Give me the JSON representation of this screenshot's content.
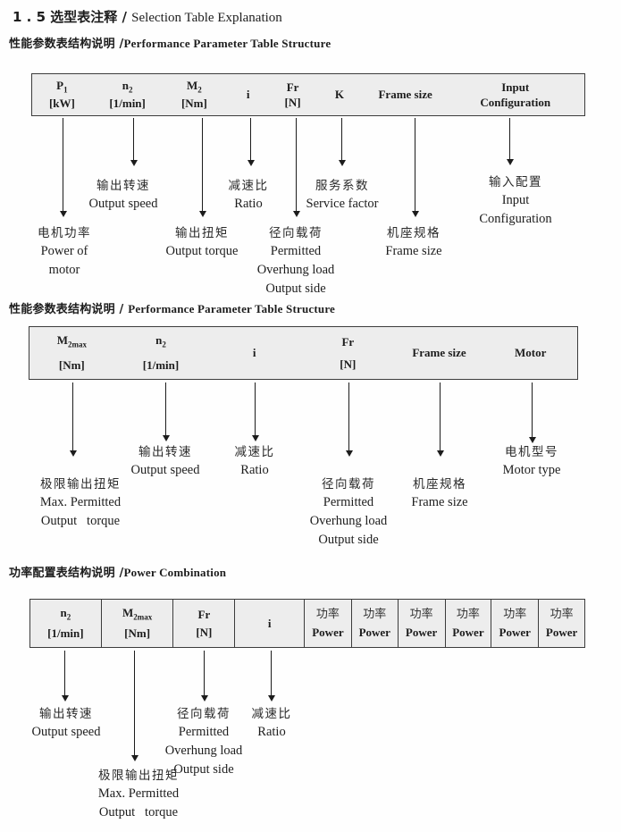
{
  "doc": {
    "title_zh": "1 . 5 选型表注释 / ",
    "title_en": "Selection Table Explanation"
  },
  "sections": [
    {
      "heading_zh": "性能参数表结构说明 /",
      "heading_en": "Performance Parameter Table Structure",
      "columns": [
        {
          "sym": "P",
          "sub": "1",
          "unit": "[kW]"
        },
        {
          "sym": "n",
          "sub": "2",
          "unit": "[1/min]"
        },
        {
          "sym": "M",
          "sub": "2",
          "unit": "[Nm]"
        },
        {
          "sym": "i"
        },
        {
          "sym": "Fr",
          "unit": "[N]"
        },
        {
          "sym": "K"
        },
        {
          "sym": "Frame size"
        },
        {
          "sym": "Input",
          "unit": "Configuration"
        }
      ],
      "callouts": {
        "power_of_motor": {
          "zh": "电机功率",
          "en1": "Power of",
          "en2": "motor"
        },
        "output_speed": {
          "zh": "输出转速",
          "en1": "Output speed"
        },
        "output_torque": {
          "zh": "输出扭矩",
          "en1": "Output torque"
        },
        "ratio": {
          "zh": "减速比",
          "en1": "Ratio"
        },
        "overhung_load": {
          "zh": "径向载荷",
          "en1": "Permitted",
          "en2": "Overhung load",
          "en3": "Output side"
        },
        "service_factor": {
          "zh": "服务系数",
          "en1": "Service factor"
        },
        "frame_size": {
          "zh": "机座规格",
          "en1": "Frame size"
        },
        "input_configuration": {
          "zh": "输入配置",
          "en1": "Input",
          "en2": "Configuration"
        }
      }
    },
    {
      "heading_zh": "性能参数表结构说明 / ",
      "heading_en": "Performance Parameter Table Structure",
      "columns": [
        {
          "sym": "M",
          "sub": "2max",
          "unit": "[Nm]"
        },
        {
          "sym": "n",
          "sub": "2",
          "unit": "[1/min]"
        },
        {
          "sym": "i"
        },
        {
          "sym": "Fr",
          "unit": "[N]"
        },
        {
          "sym": "Frame size"
        },
        {
          "sym": "Motor"
        }
      ],
      "callouts": {
        "max_output_torque": {
          "zh": "极限输出扭矩",
          "en1": "Max. Permitted",
          "en2": "Output   torque"
        },
        "output_speed": {
          "zh": "输出转速",
          "en1": "Output speed"
        },
        "ratio": {
          "zh": "减速比",
          "en1": "Ratio"
        },
        "overhung_load": {
          "zh": "径向载荷",
          "en1": "Permitted",
          "en2": "Overhung load",
          "en3": "Output side"
        },
        "frame_size": {
          "zh": "机座规格",
          "en1": "Frame size"
        },
        "motor_type": {
          "zh": "电机型号",
          "en1": "Motor type"
        }
      }
    },
    {
      "heading_zh": "功率配置表结构说明 /",
      "heading_en": "Power Combination",
      "columns": [
        {
          "sym": "n",
          "sub": "2",
          "unit": "[1/min]"
        },
        {
          "sym": "M",
          "sub": "2max",
          "unit": "[Nm]"
        },
        {
          "sym": "Fr",
          "unit": "[N]"
        },
        {
          "sym": "i"
        }
      ],
      "power_cell": {
        "zh": "功率",
        "en": "Power"
      },
      "power_column_count": 6,
      "callouts": {
        "output_speed": {
          "zh": "输出转速",
          "en1": "Output speed"
        },
        "max_output_torque": {
          "zh": "极限输出扭矩",
          "en1": "Max. Permitted",
          "en2": "Output   torque"
        },
        "overhung_load": {
          "zh": "径向载荷",
          "en1": "Permitted",
          "en2": "Overhung load",
          "en3": "Output side"
        },
        "ratio": {
          "zh": "减速比",
          "en1": "Ratio"
        }
      }
    }
  ]
}
